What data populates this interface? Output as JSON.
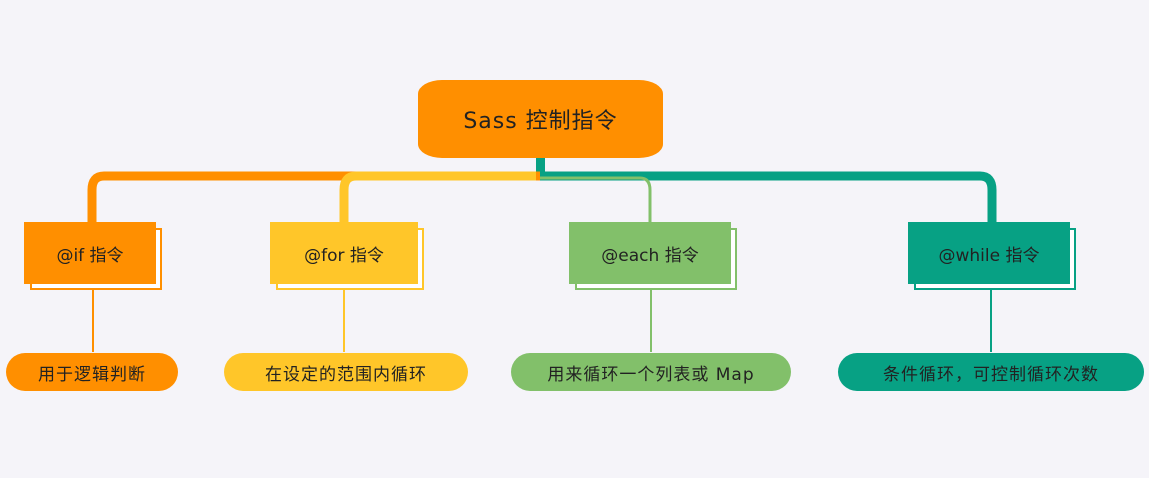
{
  "root": {
    "label": "Sass 控制指令"
  },
  "directives": [
    {
      "title": "@if 指令",
      "desc": "用于逻辑判断",
      "color": "#ff8f00"
    },
    {
      "title": "@for 指令",
      "desc": "在设定的范围内循环",
      "color": "#ffc629"
    },
    {
      "title": "@each 指令",
      "desc": "用来循环一个列表或 Map",
      "color": "#82c06a"
    },
    {
      "title": "@while 指令",
      "desc": "条件循环，可控制循环次数",
      "color": "#07a184"
    }
  ]
}
